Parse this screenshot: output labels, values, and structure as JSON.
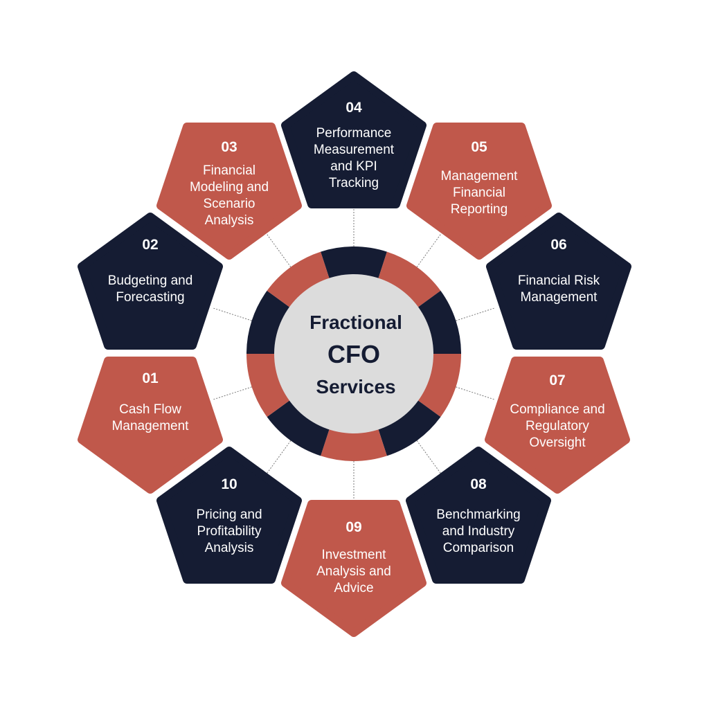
{
  "center": {
    "lines": [
      "Fractional",
      "CFO",
      "Services"
    ]
  },
  "colors": {
    "red": "#c0584b",
    "navy": "#151c33",
    "center": "#dcdcdc",
    "connector": "#777777"
  },
  "items": [
    {
      "number": "01",
      "lines": [
        "Cash Flow",
        "Management"
      ]
    },
    {
      "number": "02",
      "lines": [
        "Budgeting and",
        "Forecasting"
      ]
    },
    {
      "number": "03",
      "lines": [
        "Financial",
        "Modeling and",
        "Scenario",
        "Analysis"
      ]
    },
    {
      "number": "04",
      "lines": [
        "Performance",
        "Measurement",
        "and KPI",
        "Tracking"
      ]
    },
    {
      "number": "05",
      "lines": [
        "Management",
        "Financial",
        "Reporting"
      ]
    },
    {
      "number": "06",
      "lines": [
        "Financial Risk",
        "Management"
      ]
    },
    {
      "number": "07",
      "lines": [
        "Compliance and",
        "Regulatory",
        "Oversight"
      ]
    },
    {
      "number": "08",
      "lines": [
        "Benchmarking",
        "and Industry",
        "Comparison"
      ]
    },
    {
      "number": "09",
      "lines": [
        "Investment",
        "Analysis and",
        "Advice"
      ]
    },
    {
      "number": "10",
      "lines": [
        "Pricing and",
        "Profitability",
        "Analysis"
      ]
    }
  ]
}
